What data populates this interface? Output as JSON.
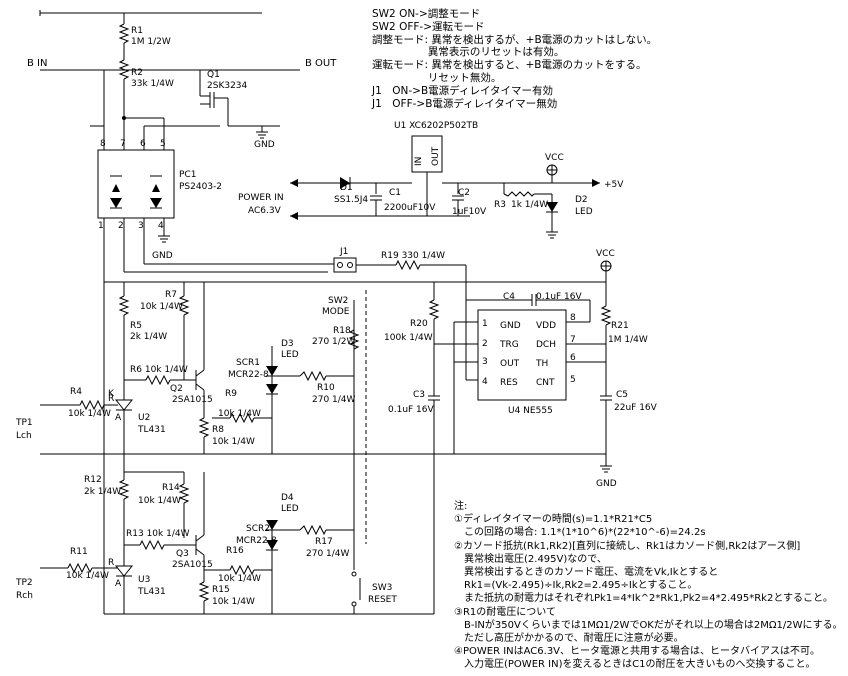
{
  "mode_text": {
    "l1": "SW2 ON->調整モード",
    "l2": "SW2 OFF->運転モード",
    "l3": "調整モード: 異常を検出するが、+B電源のカットはしない。",
    "l4": "　　　　　 異常表示のリセットは有効。",
    "l5": "運転モード: 異常を検出すると、+B電源のカットをする。",
    "l6": "　　　　　 リセット無効。",
    "l7": "J1　ON->B電源ディレイタイマー有効",
    "l8": "J1　OFF->B電源ディレイタイマー無効"
  },
  "labels": {
    "b_in": "B IN",
    "b_out": "B OUT",
    "r1": "R1",
    "r1v": "1M 1/2W",
    "r2": "R2",
    "r2v": "33k 1/4W",
    "q1": "Q1",
    "q1v": "2SK3234",
    "gnd": "GND",
    "u1": "U1 XC6202P502TB",
    "pc1": "PC1",
    "pc1v": "PS2403-2",
    "power_in": "POWER IN",
    "ac": "AC6.3V",
    "d1": "D1",
    "d1v": "SS1.5J4",
    "c1": "C1",
    "c1v": "2200uF10V",
    "c2": "C2",
    "c2v": "1uF10V",
    "r3": "R3",
    "r3v": "1k 1/4W",
    "d2": "D2",
    "d2v": "LED",
    "vcc": "VCC",
    "p5v": "+5V",
    "j1": "J1",
    "r19": "R19 330 1/4W",
    "sw2": "SW2",
    "sw2v": "MODE",
    "c4": "C4",
    "c4v": "0.1uF 16V",
    "r7": "R7",
    "r7v": "10k 1/4W",
    "r5": "R5",
    "r5v": "2k 1/4W",
    "r6": "R6 10k 1/4W",
    "r18": "R18",
    "r18v": "270 1/2W",
    "d3": "D3",
    "d3v": "LED",
    "r20": "R20",
    "r20v": "100k 1/4W",
    "r21": "R21",
    "r21v": "1M 1/4W",
    "scr1": "SCR1",
    "scr1v": "MCR22-8",
    "r10": "R10",
    "r10v": "270 1/4W",
    "q2": "Q2",
    "q2v": "2SA1015",
    "r9": "R9",
    "r9v": "10k 1/4W",
    "r4": "R4",
    "r4v": "10k 1/4W",
    "r_label": "R",
    "k_label": "K",
    "a_label": "A",
    "u2": "U2",
    "u2v": "TL431",
    "tp1": "TP1",
    "lch": "Lch",
    "r8": "R8",
    "r8v": "10k 1/4W",
    "c3": "C3",
    "c3v": "0.1uF 16V",
    "c5": "C5",
    "c5v": "22uF 16V",
    "u4": "U4 NE555",
    "ic_gnd": "GND",
    "ic_trg": "TRG",
    "ic_out": "OUT",
    "ic_res": "RES",
    "ic_vdd": "VDD",
    "ic_dch": "DCH",
    "ic_th": "TH",
    "ic_cnt": "CNT",
    "r12": "R12",
    "r12v": "2k 1/4W",
    "r14": "R14",
    "r14v": "10k 1/4W",
    "d4": "D4",
    "d4v": "LED",
    "r13": "R13 10k 1/4W",
    "scr2": "SCR2",
    "scr2v": "MCR22-8",
    "q3": "Q3",
    "q3v": "2SA1015",
    "r16": "R16",
    "r16v": "10k 1/4W",
    "r17": "R17",
    "r17v": "270 1/4W",
    "r11": "R11",
    "r11v": "10k 1/4W",
    "u3": "U3",
    "u3v": "TL431",
    "tp2": "TP2",
    "rch": "Rch",
    "r15": "R15",
    "r15v": "10k 1/4W",
    "sw3": "SW3",
    "sw3v": "RESET",
    "in": "IN",
    "out": "OUT",
    "pin1": "1",
    "pin2": "2",
    "pin3": "3",
    "pin4": "4",
    "pin5": "5",
    "pin6": "6",
    "pin7": "7",
    "pin8": "8"
  },
  "notes": {
    "title": "注:",
    "n1": "①ディレイタイマーの時間(s)=1.1*R21*C5",
    "n1b": "　この回路の場合: 1.1*(1*10^6)*(22*10^-6)=24.2s",
    "n2": "②カソード抵抗(Rk1,Rk2)[直列に接続し、Rk1はカソード側,Rk2はアース側]",
    "n2b": "　異常検出電圧(2.495V)なので、",
    "n2c": "　異常検出するときのカソード電圧、電流をVk,Ikとすると",
    "n2d": "　Rk1=(Vk-2.495)÷Ik,Rk2=2.495÷Ikとすること。",
    "n2e": "　また抵抗の耐電力はそれぞれPk1=4*Ik^2*Rk1,Pk2=4*2.495*Rk2とすること。",
    "n3": "③R1の耐電圧について",
    "n3b": "　B-INが350Vくらいまでは1MΩ1/2WでOKだがそれ以上の場合は2MΩ1/2Wにする。",
    "n3c": "　ただし高圧がかかるので、耐電圧に注意が必要。",
    "n4": "④POWER INはAC6.3V、ヒータ電源と共用する場合は、ヒータバイアスは不可。",
    "n4b": "　入力電圧(POWER IN)を変えるときはC1の耐圧を大きいものへ交換すること。"
  }
}
